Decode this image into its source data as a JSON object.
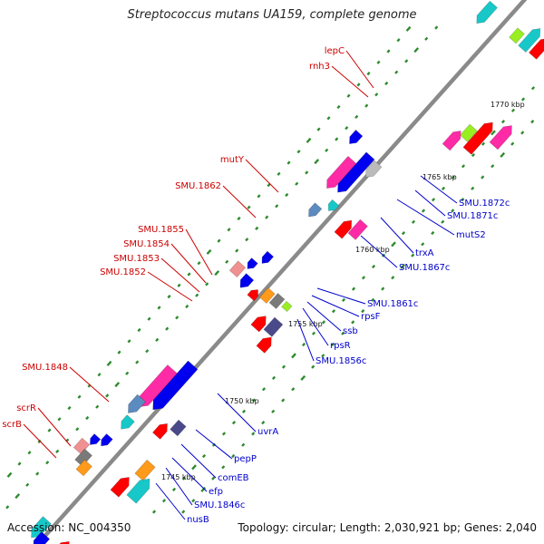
{
  "title": "Streptococcus mutans UA159, complete genome",
  "accession": "Accession: NC_004350",
  "summary": "Topology: circular; Length: 2,030,921 bp; Genes: 2,040",
  "colors": {
    "backbone": "#8a8a8a",
    "forward_label": "#cc0000",
    "reverse_label": "#0000cc",
    "tick_dash": "#2e8b2e",
    "red": "#ff0000",
    "pink": "#ff2aa6",
    "blue": "#0000ee",
    "cyan": "#18c8c8",
    "orange": "#ff9a1a",
    "gray": "#7a7a7a",
    "lightgray": "#bbbbbb",
    "steel": "#5b8bbf",
    "slate": "#4a4a8a",
    "lime": "#99ee22",
    "salmon": "#f09090"
  },
  "scale_labels": [
    "1770 kbp",
    "1765 kbp",
    "1760 kbp",
    "1755 kbp",
    "1750 kbp",
    "1745 kbp"
  ],
  "forward_gene_labels": [
    "lepC",
    "rnh3",
    "mutY",
    "SMU.1862",
    "SMU.1855",
    "SMU.1854",
    "SMU.1853",
    "SMU.1852",
    "SMU.1848",
    "scrR",
    "scrB"
  ],
  "reverse_gene_labels": [
    "SMU.1872c",
    "SMU.1871c",
    "mutS2",
    "trxA",
    "SMU.1867c",
    "SMU.1861c",
    "rpsF",
    "ssb",
    "rpsR",
    "SMU.1856c",
    "uvrA",
    "pepP",
    "comEB",
    "efp",
    "SMU.1846c",
    "nusB"
  ]
}
